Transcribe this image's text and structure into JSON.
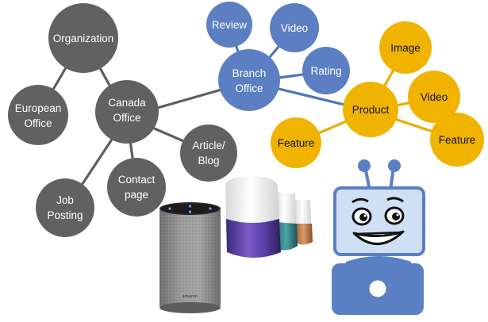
{
  "nodes": {
    "organization": "Organization",
    "european_office": [
      "European",
      "Office"
    ],
    "canada_office": [
      "Canada",
      "Office"
    ],
    "article_blog": [
      "Article/",
      "Blog"
    ],
    "contact_page": [
      "Contact",
      "page"
    ],
    "job_posting": [
      "Job",
      "Posting"
    ],
    "branch_office": [
      "Branch",
      "Office"
    ],
    "review": "Review",
    "video_blue": "Video",
    "rating": "Rating",
    "product": "Product",
    "image": "Image",
    "video_yellow": "Video",
    "feature_left": "Feature",
    "feature_right": "Feature"
  },
  "speaker_brand": "amazon",
  "colors": {
    "gray_node": "#616161",
    "blue_node": "#5b7fc2",
    "yellow_node": "#f0b400",
    "gray_edge": "#5f5f5f",
    "blue_edge": "#4f74bd",
    "yellow_edge": "#e8ad00",
    "robot_blue": "#5a7fc3",
    "robot_face": "#cfe0f4"
  }
}
